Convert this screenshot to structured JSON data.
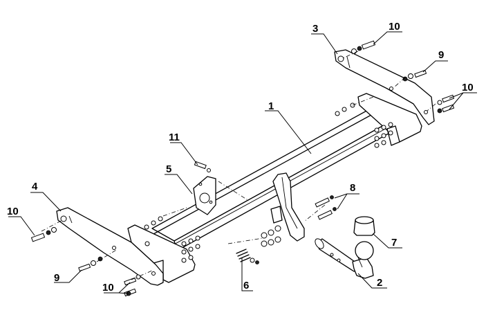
{
  "callouts": {
    "c1": "1",
    "c2": "2",
    "c3": "3",
    "c4": "4",
    "c5": "5",
    "c6": "6",
    "c7": "7",
    "c8": "8",
    "c9a": "9",
    "c9b": "9",
    "c10a": "10",
    "c10b": "10",
    "c10c": "10",
    "c10d": "10",
    "c11": "11"
  }
}
